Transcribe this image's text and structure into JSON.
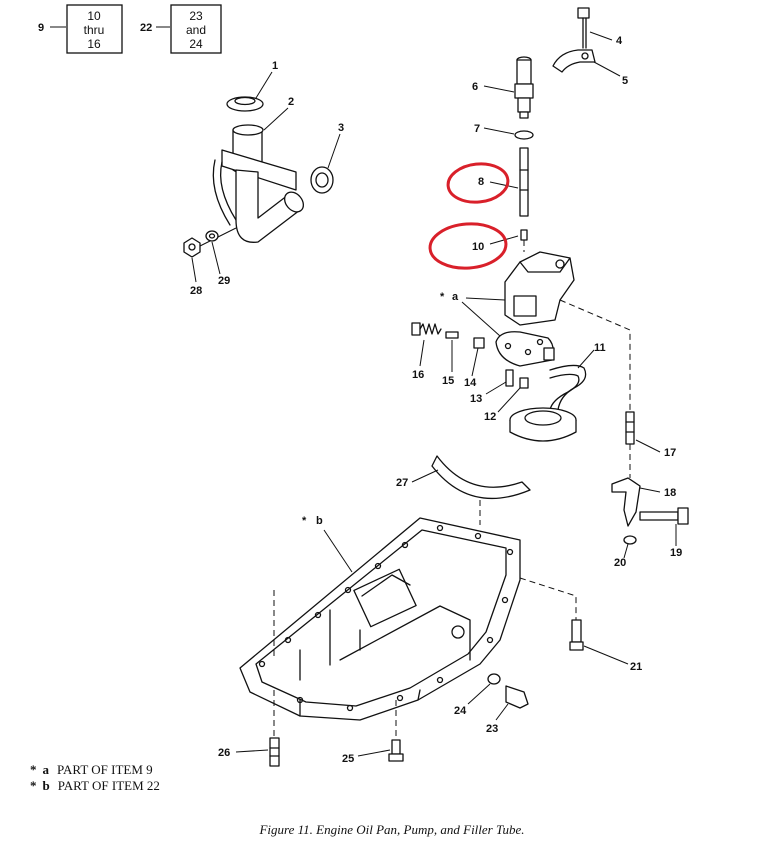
{
  "boxes": [
    {
      "ref": "9",
      "lines": [
        "10",
        "thru",
        "16"
      ]
    },
    {
      "ref": "22",
      "lines": [
        "23",
        "and",
        "24"
      ]
    }
  ],
  "callouts": [
    "1",
    "2",
    "3",
    "4",
    "5",
    "6",
    "7",
    "8",
    "10",
    "a",
    "11",
    "12",
    "13",
    "14",
    "15",
    "16",
    "17",
    "18",
    "19",
    "20",
    "21",
    "22",
    "23",
    "24",
    "25",
    "26",
    "27",
    "28",
    "29",
    "b"
  ],
  "legend": [
    {
      "star": "*",
      "key": "a",
      "text": "PART OF ITEM  9"
    },
    {
      "star": "*",
      "key": "b",
      "text": "PART OF ITEM  22"
    }
  ],
  "caption": "Figure 11.  Engine Oil Pan, Pump, and Filler Tube.",
  "highlight_color": "#d9202a"
}
